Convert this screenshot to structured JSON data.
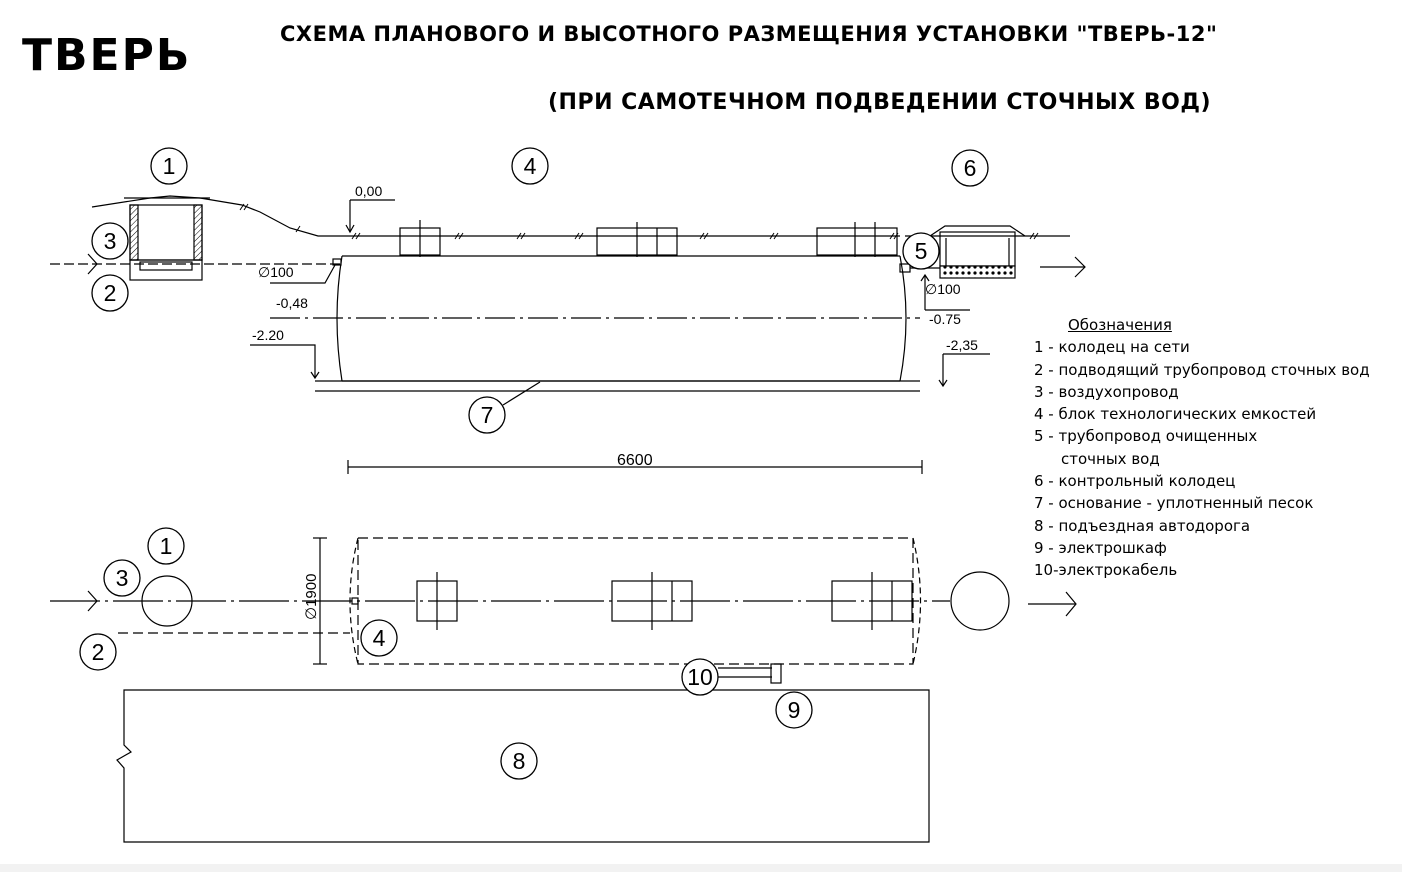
{
  "header": {
    "logo": "ТВЕРЬ",
    "title_line1": "СХЕМА ПЛАНОВОГО И ВЫСОТНОГО РАЗМЕЩЕНИЯ УСТАНОВКИ  \"ТВЕРЬ-12\"",
    "title_line2": "(ПРИ САМОТЕЧНОМ  ПОДВЕДЕНИИ СТОЧНЫХ ВОД)"
  },
  "section_view": {
    "markers": [
      "1",
      "4",
      "6",
      "3",
      "2",
      "5",
      "7"
    ],
    "levels": [
      "0,00",
      "-0,48",
      "-2.20",
      "-0.75",
      "-2,35"
    ],
    "pipe_labels": [
      "∅100",
      "∅100"
    ],
    "dimension": "6600"
  },
  "plan_view": {
    "markers": [
      "1",
      "3",
      "2",
      "4",
      "10",
      "9",
      "8"
    ],
    "diameter": "∅1900"
  },
  "legend": {
    "heading": "Обозначения",
    "items": [
      "1 - колодец на сети",
      "2 - подводящий трубопровод сточных вод",
      "3 - воздухопровод",
      "4 - блок технологических емкостей",
      "5 - трубопровод очищенных",
      "сточных вод",
      "6 - контрольный колодец",
      "7 - основание - уплотненный песок",
      "8 - подъездная автодорога",
      "9 - электрошкаф",
      "10-электрокабель"
    ]
  }
}
